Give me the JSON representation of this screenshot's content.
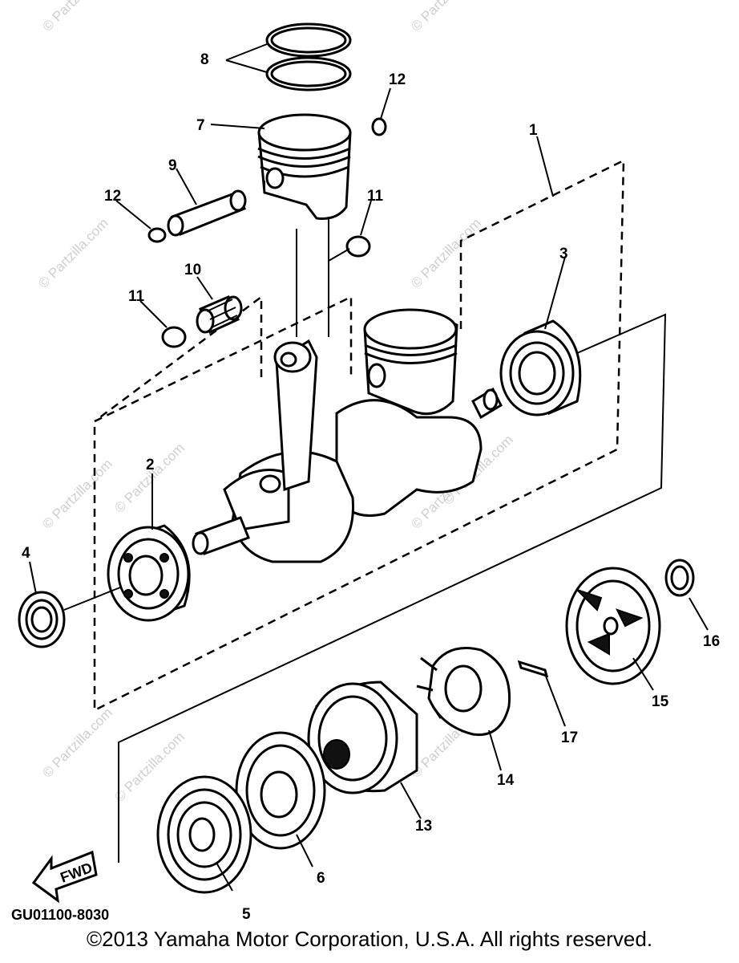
{
  "watermarks": [
    "© Partzilla.com",
    "© Partzilla.com",
    "© Partzilla.com",
    "© Partzilla.com",
    "© Partzilla.com",
    "© Partzilla.com",
    "© Partzilla.com",
    "© Partzilla.com",
    "© Partzilla.com",
    "© Partzilla.com",
    "© Partzilla.com"
  ],
  "fwd_label": "FWD",
  "diagram_code": "GU01100-8030",
  "copyright": "©2013 Yamaha Motor Corporation, U.S.A. All rights reserved.",
  "part_numbers": [
    "1",
    "2",
    "3",
    "4",
    "5",
    "6",
    "7",
    "8",
    "9",
    "10",
    "11",
    "11",
    "12",
    "12",
    "13",
    "14",
    "15",
    "16",
    "17"
  ]
}
